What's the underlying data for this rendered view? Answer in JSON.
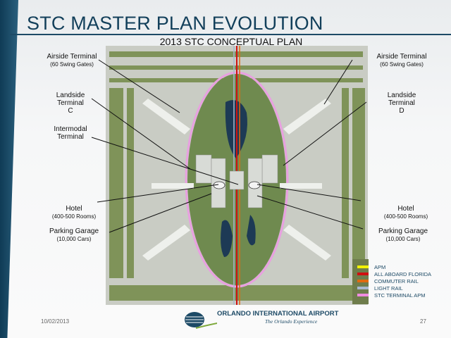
{
  "slide": {
    "title": "STC MASTER PLAN EVOLUTION",
    "subtitle": "2013 STC CONCEPTUAL PLAN",
    "date": "10/02/2013",
    "page_number": "27"
  },
  "labels": {
    "airside_left": {
      "name": "Airside Terminal",
      "detail": "(60 Swing Gates)"
    },
    "airside_right": {
      "name": "Airside Terminal",
      "detail": "(60 Swing Gates)"
    },
    "landside_c": {
      "line1": "Landside",
      "line2": "Terminal",
      "line3": "C"
    },
    "landside_d": {
      "line1": "Landside",
      "line2": "Terminal",
      "line3": "D"
    },
    "intermodal": {
      "line1": "Intermodal",
      "line2": "Terminal"
    },
    "hotel_left": {
      "name": "Hotel",
      "detail": "(400-500 Rooms)"
    },
    "hotel_right": {
      "name": "Hotel",
      "detail": "(400-500 Rooms)"
    },
    "garage_left": {
      "name": "Parking Garage",
      "detail": "(10,000 Cars)"
    },
    "garage_right": {
      "name": "Parking Garage",
      "detail": "(10,000 Cars)"
    }
  },
  "legend": [
    {
      "label": "APM",
      "color": "#f2f200"
    },
    {
      "label": "ALL ABOARD FLORIDA",
      "color": "#d01010"
    },
    {
      "label": "COMMUTER RAIL",
      "color": "#e06a10"
    },
    {
      "label": "LIGHT RAIL",
      "color": "#a8b8d0"
    },
    {
      "label": "STC TERMINAL APM",
      "color": "#f08ce0"
    }
  ],
  "logo": {
    "name": "ORLANDO INTERNATIONAL AIRPORT",
    "tagline": "The Orlando Experience"
  }
}
